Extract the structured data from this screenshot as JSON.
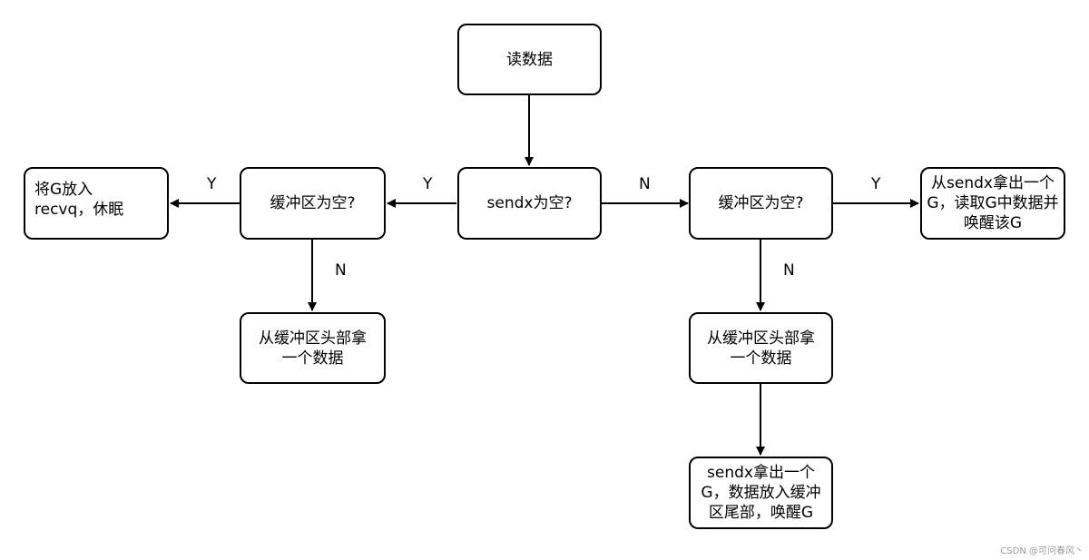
{
  "nodes": {
    "read": "读数据",
    "sendx_empty": "sendx为空?",
    "left_buf_empty": "缓冲区为空?",
    "right_buf_empty": "缓冲区为空?",
    "left_sleep": "将G放入recvq，休眠",
    "left_take_head": "从缓冲区头部拿一个数据",
    "right_take_sendx": "从sendx拿出一个G，读取G中数据并唤醒该G",
    "right_take_head": "从缓冲区头部拿一个数据",
    "right_final": "sendx拿出一个G，数据放入缓冲区尾部，唤醒G"
  },
  "edges": {
    "sendx_to_left": "Y",
    "sendx_to_right": "N",
    "left_to_sleep": "Y",
    "left_to_take": "N",
    "right_to_sendx": "Y",
    "right_to_take": "N"
  },
  "watermark": "CSDN @可问春风丶"
}
